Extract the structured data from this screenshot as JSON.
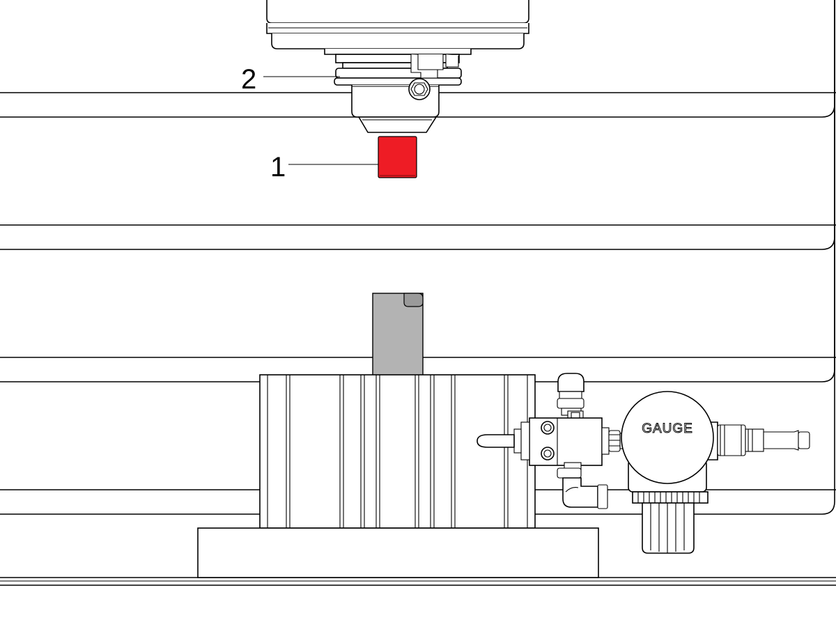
{
  "callouts": [
    {
      "id": "1",
      "label": "1"
    },
    {
      "id": "2",
      "label": "2"
    }
  ],
  "gauge": {
    "label": "GAUGE"
  },
  "colors": {
    "highlight": "#ee1c25",
    "bar": "#b3b3b3",
    "line": "#000000",
    "background": "#ffffff"
  }
}
